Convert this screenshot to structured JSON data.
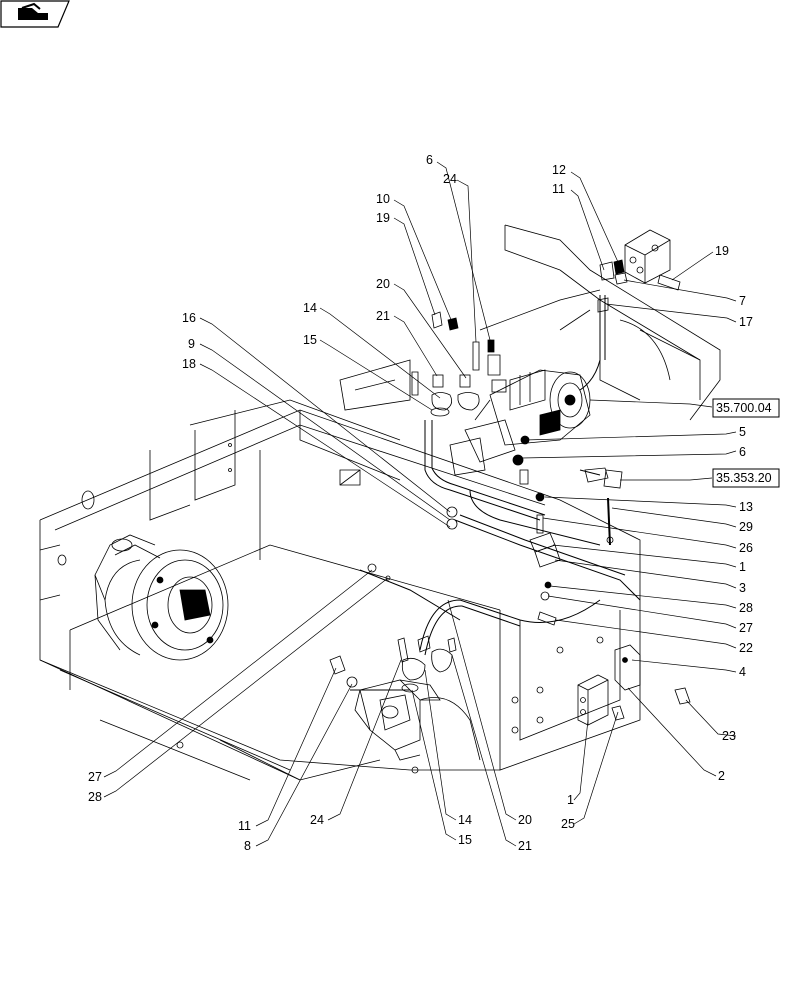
{
  "header": {
    "nav_icon": "parts-catalog-back-icon"
  },
  "references": [
    {
      "id": "ref-35-700-04",
      "text": "35.700.04"
    },
    {
      "id": "ref-35-353-20",
      "text": "35.353.20"
    }
  ],
  "callouts": [
    "6",
    "24",
    "12",
    "11",
    "10",
    "19",
    "19",
    "20",
    "7",
    "21",
    "17",
    "14",
    "16",
    "15",
    "9",
    "18",
    "5",
    "6",
    "13",
    "29",
    "26",
    "1",
    "3",
    "28",
    "27",
    "22",
    "4",
    "23",
    "2",
    "27",
    "28",
    "1",
    "25",
    "11",
    "24",
    "14",
    "20",
    "8",
    "15",
    "21"
  ]
}
